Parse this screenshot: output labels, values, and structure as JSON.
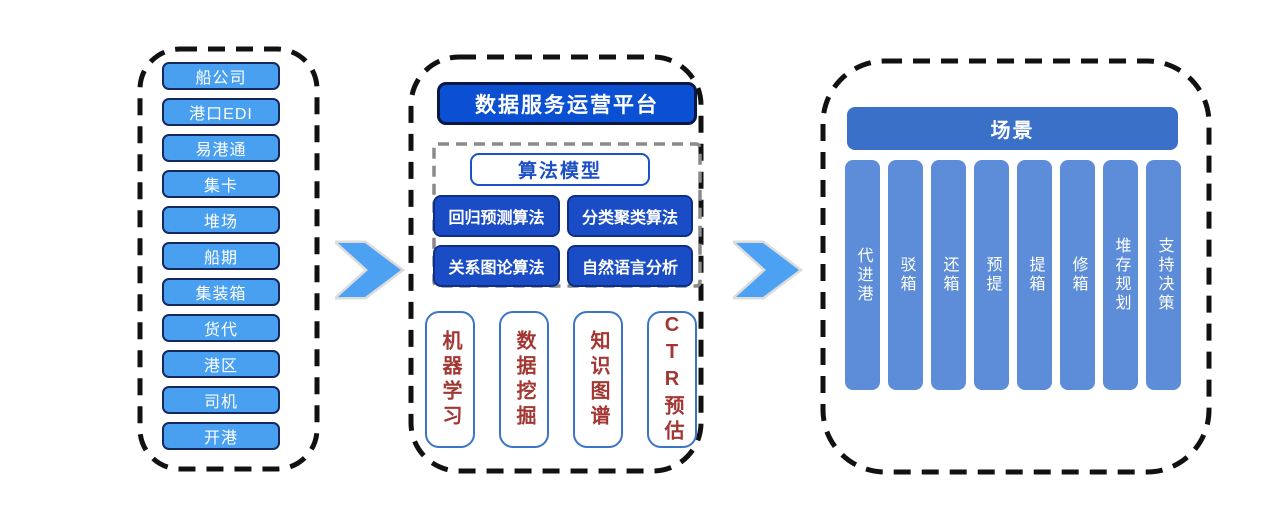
{
  "sources": {
    "items": [
      "船公司",
      "港口EDI",
      "易港通",
      "集卡",
      "堆场",
      "船期",
      "集装箱",
      "货代",
      "港区",
      "司机",
      "开港"
    ]
  },
  "platform": {
    "title": "数据服务运营平台",
    "algorithms": {
      "title": "算法模型",
      "items": [
        "回归预测算法",
        "分类聚类算法",
        "关系图论算法",
        "自然语言分析"
      ]
    },
    "capabilities": [
      "机器学习",
      "数据挖掘",
      "知识图谱",
      "CTR预估"
    ]
  },
  "scenarios": {
    "title": "场景",
    "items": [
      "代进港",
      "驳箱",
      "还箱",
      "预提",
      "提箱",
      "修箱",
      "堆存规划",
      "支持决策"
    ]
  },
  "colors": {
    "source_box_blue": "#4aa0f0",
    "platform_header_blue": "#0b4fd2",
    "algorithm_box_blue": "#1a4dc5",
    "scene_header_blue": "#3b70c8",
    "scene_bar_blue": "#5d8dd8",
    "arrow_blue": "#4da1f3",
    "capability_text_red": "#a23733",
    "dashed_border_black": "#111111",
    "inner_dashed_gray": "#8a8a8a"
  }
}
